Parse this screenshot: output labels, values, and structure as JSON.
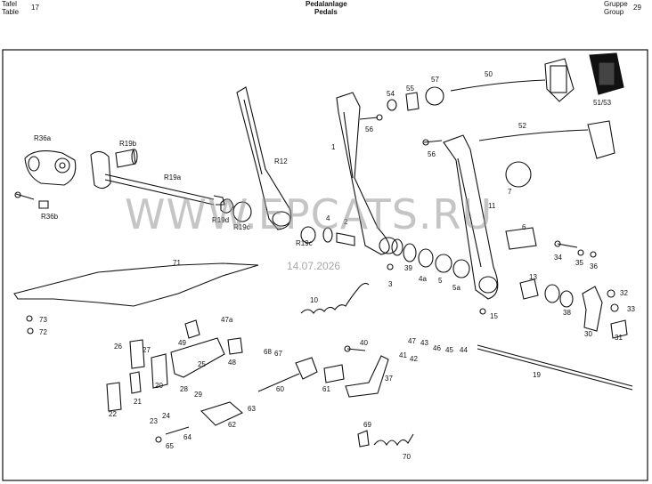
{
  "header": {
    "table_de": "Tafel",
    "table_en": "Table",
    "table_no": "17",
    "title_de": "Pedalanlage",
    "title_en": "Pedals",
    "group_de": "Gruppe",
    "group_en": "Group",
    "group_no": "29"
  },
  "watermark": {
    "text": "WWW.EPCATS.RU",
    "date": "14.07.2026"
  },
  "parts": [
    "R36a",
    "R19b",
    "R19a",
    "R36b",
    "R12",
    "R19d",
    "R19c",
    "R19c",
    "1",
    "2",
    "3",
    "4",
    "4a",
    "5",
    "5a",
    "6",
    "7",
    "10",
    "11",
    "13",
    "15",
    "19",
    "20",
    "21",
    "22",
    "23",
    "24",
    "25",
    "26",
    "27",
    "28",
    "29",
    "30",
    "31",
    "32",
    "33",
    "34",
    "35",
    "36",
    "37",
    "38",
    "39",
    "40",
    "41",
    "42",
    "43",
    "44",
    "45",
    "46",
    "47",
    "47a",
    "48",
    "49",
    "50",
    "51/53",
    "52",
    "54",
    "55",
    "56",
    "56",
    "57",
    "60",
    "61",
    "62",
    "63",
    "64",
    "65",
    "67",
    "68",
    "69",
    "70",
    "71",
    "72",
    "73"
  ]
}
